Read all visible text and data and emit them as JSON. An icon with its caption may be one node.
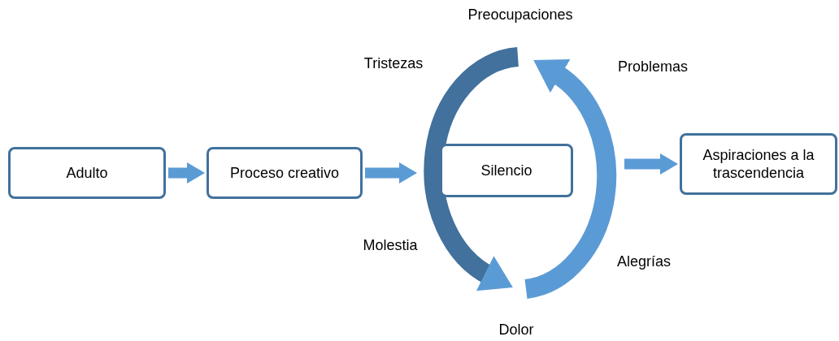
{
  "diagram": {
    "nodes": [
      {
        "text": [
          "Adulto"
        ]
      },
      {
        "text": [
          "Proceso creativo"
        ]
      },
      {
        "text": [],
        "shape": "circle"
      },
      {
        "text": [
          "Silencio"
        ],
        "in": 2
      },
      {
        "text": [
          "Aspiraciones a la trascendencia"
        ]
      }
    ],
    "edges": [
      {
        "from": 0,
        "to": 1,
        "arrow": "to"
      },
      {
        "from": 1,
        "to": 2,
        "arrow": "to"
      },
      {
        "from": 2,
        "to": 4,
        "arrow": "to"
      }
    ],
    "labels": [
      "Preocupaciones",
      "Tristezas",
      "Problemas",
      "Molestia",
      "Alegrías",
      "Dolor"
    ]
  }
}
